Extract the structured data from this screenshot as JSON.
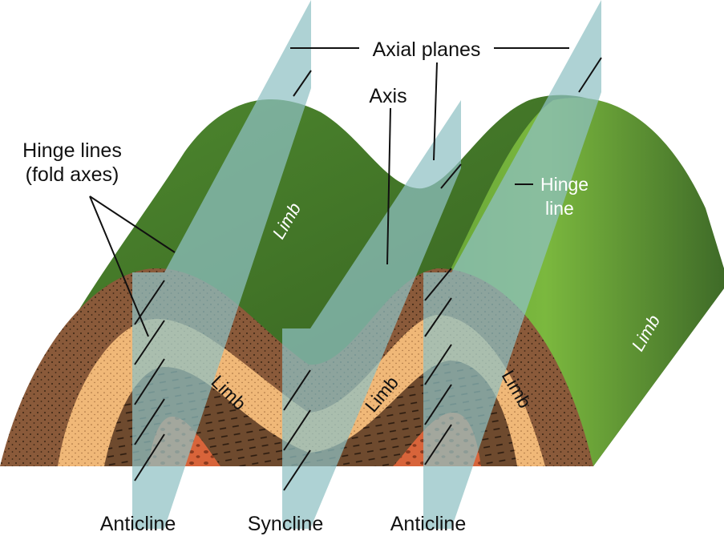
{
  "labels": {
    "axial_planes": "Axial planes",
    "axis": "Axis",
    "hinge_lines": "Hinge lines",
    "fold_axes": "(fold axes)",
    "hinge_line_top": "Hinge",
    "hinge_line_bottom": "line",
    "limb_green_left": "Limb",
    "limb_green_right": "Limb",
    "limb_section_left": "Limb",
    "limb_section_middle": "Limb",
    "limb_section_right": "Limb",
    "anticline_left": "Anticline",
    "syncline": "Syncline",
    "anticline_right": "Anticline"
  },
  "colors": {
    "green_dark": "#3f6b28",
    "green_mid": "#4f8a2f",
    "green_light": "#7bb83e",
    "brown_outer": "#8a5a3a",
    "tan": "#f0b878",
    "brown_dark": "#6e4a2e",
    "orange_core": "#d8643a",
    "plane": "#8fc1c4"
  }
}
